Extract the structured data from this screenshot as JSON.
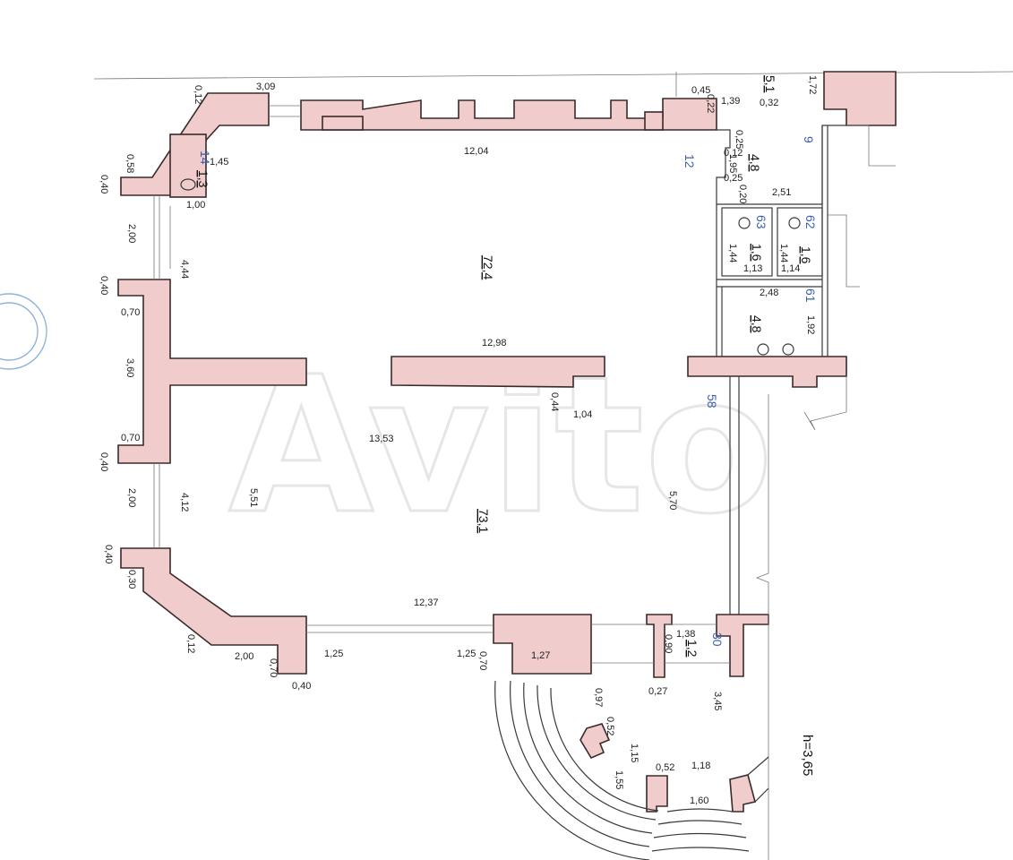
{
  "watermark": "Avito",
  "height_label": "h=3,65",
  "rooms": [
    {
      "id": "12",
      "area": "72,4"
    },
    {
      "id": "9",
      "area": "4,8"
    },
    {
      "id": "63",
      "area": "1,6"
    },
    {
      "id": "62",
      "area": "1,6"
    },
    {
      "id": "61",
      "area": "4,8"
    },
    {
      "id": "58",
      "area": "73,1"
    },
    {
      "id": "30",
      "area": "1,2"
    },
    {
      "id": "14",
      "area": "1,3"
    }
  ],
  "corridor_area": "5,1",
  "dimensions": {
    "d309": "3,09",
    "d012a": "0,12",
    "d045": "0,45",
    "d022": "0,22",
    "d139": "1,39",
    "d032": "0,32",
    "d172": "1,72",
    "d1204": "12,04",
    "d025a": "0,25",
    "d012b": "0,12",
    "d195": "1,95",
    "d025b": "0,25",
    "d020": "0,20",
    "d251": "2,51",
    "d145": "1,45",
    "d058": "0,58",
    "d040a": "0,40",
    "d100": "1,00",
    "d200a": "2,00",
    "d444": "4,44",
    "d144a": "1,44",
    "d113": "1,13",
    "d144b": "1,44",
    "d114": "1,14",
    "d248": "2,48",
    "d192": "1,92",
    "d040b": "0,40",
    "d070a": "0,70",
    "d360": "3,60",
    "d1298": "12,98",
    "d044": "0,44",
    "d104": "1,04",
    "d1353": "13,53",
    "d070b": "0,70",
    "d040c": "0,40",
    "d200b": "2,00",
    "d412": "4,12",
    "d551": "5,51",
    "d570": "5,70",
    "d040d": "0,40",
    "d030": "0,30",
    "d1237": "12,37",
    "d012c": "0,12",
    "d200c": "2,00",
    "d070c": "0,70",
    "d040e": "0,40",
    "d125a": "1,25",
    "d125b": "1,25",
    "d070d": "0,70",
    "d127": "1,27",
    "d138": "1,38",
    "d090": "0,90",
    "d027": "0,27",
    "d345": "3,45",
    "d097": "0,97",
    "d052a": "0,52",
    "d115": "1,15",
    "d052b": "0,52",
    "d118": "1,18",
    "d155": "1,55",
    "d160": "1,60"
  }
}
